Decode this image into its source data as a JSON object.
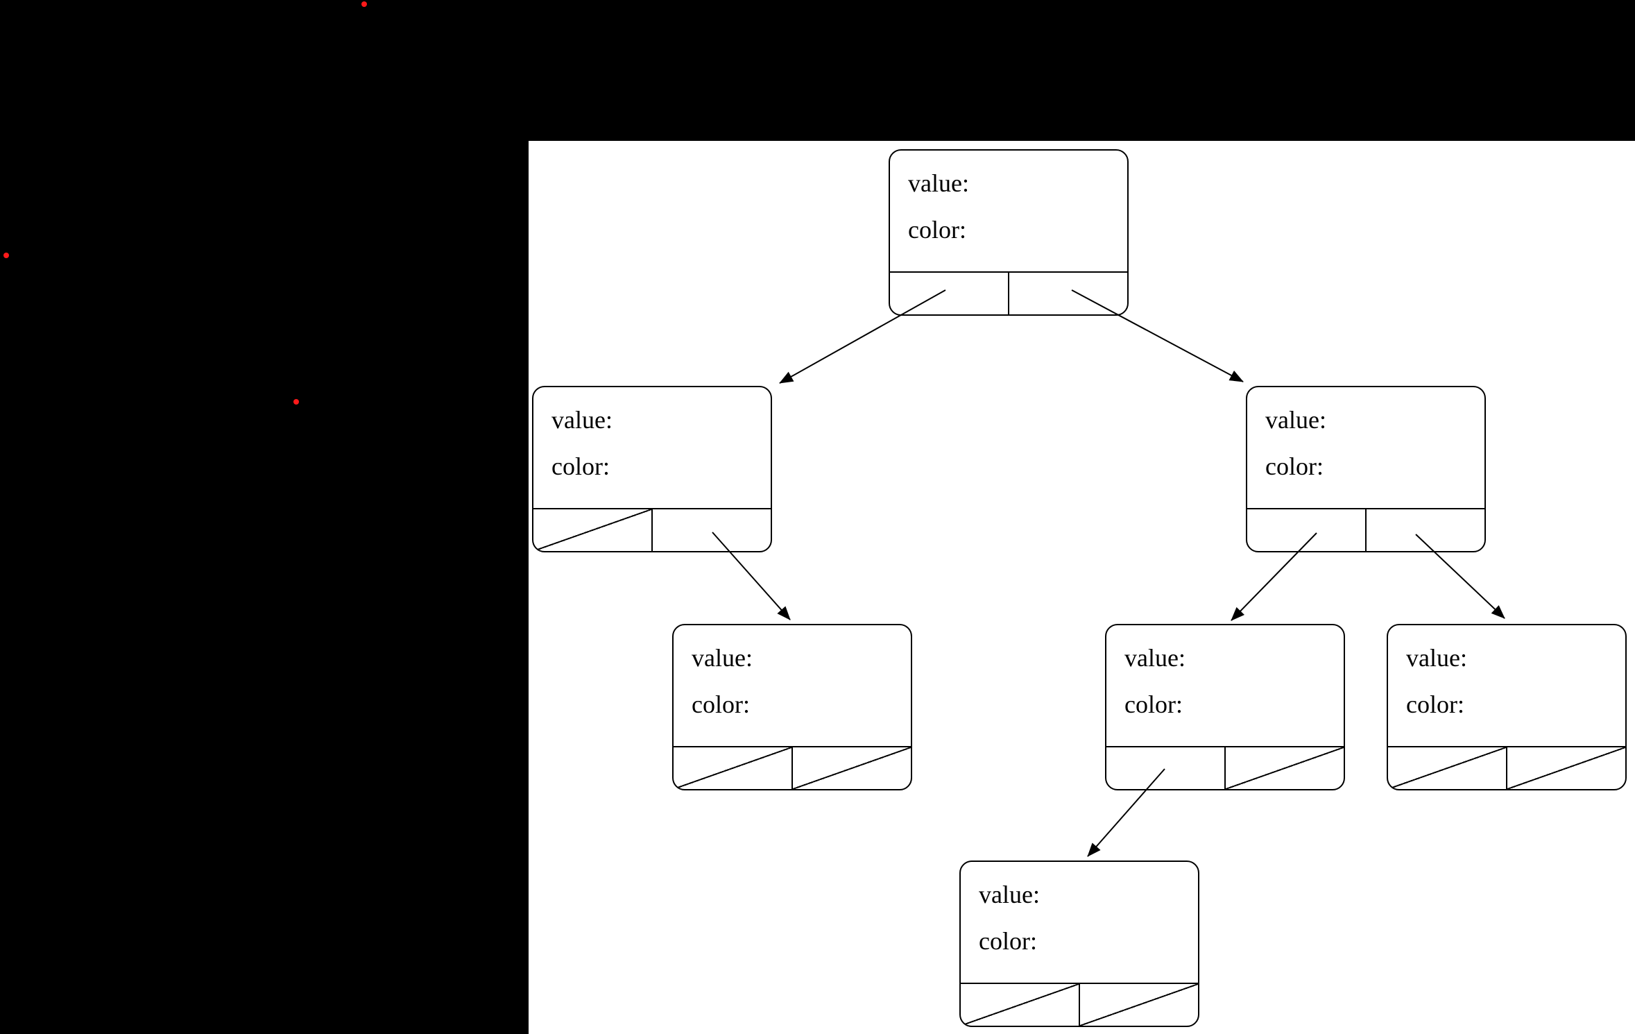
{
  "canvas": {
    "background_color": "#000000",
    "panel_background_color": "#ffffff",
    "dot_color": "#fe1a1a",
    "red_dot_count": 3
  },
  "diagram": {
    "type": "binary-tree-node-pointer-diagram",
    "label_value": "value:",
    "label_color": "color:",
    "nodes": [
      {
        "id": "root",
        "left_pointer": "child",
        "right_pointer": "child"
      },
      {
        "id": "left-child",
        "left_pointer": "null",
        "right_pointer": "child"
      },
      {
        "id": "right-child",
        "left_pointer": "child",
        "right_pointer": "child"
      },
      {
        "id": "left-right-grandchild",
        "left_pointer": "null",
        "right_pointer": "null"
      },
      {
        "id": "right-left-grandchild",
        "left_pointer": "child",
        "right_pointer": "null"
      },
      {
        "id": "right-right-grandchild",
        "left_pointer": "null",
        "right_pointer": "null"
      },
      {
        "id": "bottom-node",
        "left_pointer": "null",
        "right_pointer": "null"
      }
    ]
  }
}
